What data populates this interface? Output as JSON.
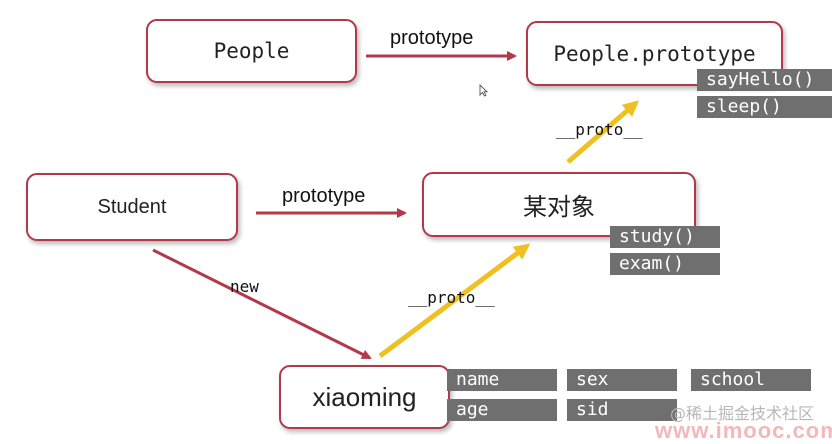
{
  "nodes": {
    "people": "People",
    "people_prototype": "People.prototype",
    "student": "Student",
    "some_object": "某对象",
    "xiaoming": "xiaoming"
  },
  "edge_labels": {
    "people_prototype": "prototype",
    "student_prototype": "prototype",
    "object_proto": "__proto__",
    "xiaoming_proto": "__proto__",
    "new": "new"
  },
  "methods": {
    "people_prototype": [
      "sayHello()",
      "sleep()"
    ],
    "some_object": [
      "study()",
      "exam()"
    ]
  },
  "properties": [
    "name",
    "sex",
    "school",
    "age",
    "sid"
  ],
  "watermark": {
    "text": "@稀土掘金技术社区",
    "logo_text": "www.imooc.com"
  },
  "colors": {
    "box_border": "#b0394a",
    "edge_red": "#b0394a",
    "edge_yellow": "#f0c020",
    "tag_bg": "#6f6f6f"
  }
}
